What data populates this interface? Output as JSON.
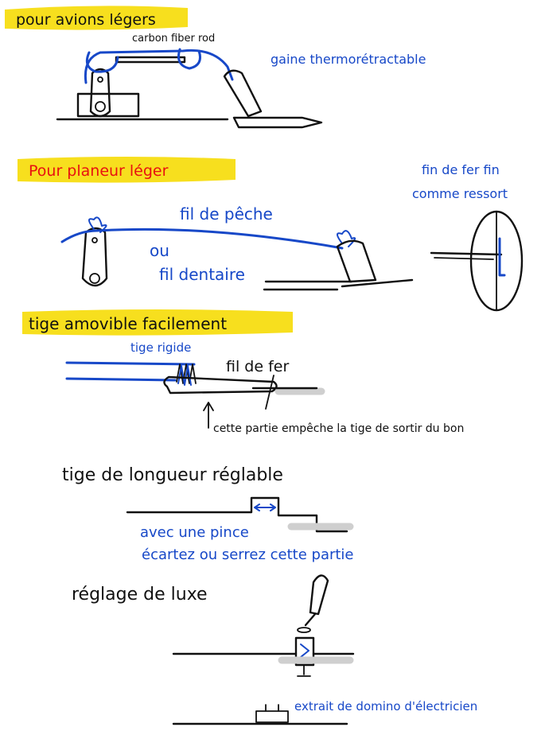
{
  "sections": {
    "light_planes": {
      "title": "pour avions légers",
      "label_rod": "carbon fiber rod",
      "label_sleeve": "gaine thermorétractable"
    },
    "light_glider": {
      "title": "Pour planeur léger",
      "label_line": "fil de pêche",
      "label_or": "ou",
      "label_dental": "fil dentaire",
      "label_wire_1": "fin de fer fin",
      "label_wire_2": "comme ressort"
    },
    "removable_rod": {
      "title": "tige amovible facilement",
      "label_rigid": "tige rigide",
      "label_iron": "fil de fer",
      "label_note": "cette partie empêche la tige de sortir du bon"
    },
    "adjustable_rod": {
      "title": "tige de longueur réglable",
      "label_pliers_1": "avec une pince",
      "label_pliers_2": "écartez ou serrez cette partie"
    },
    "deluxe": {
      "title": "réglage de luxe",
      "label_domino": "extrait de domino d'électricien"
    }
  },
  "colors": {
    "ink": "#111111",
    "blue": "#1748c8",
    "red": "#e81010",
    "highlight": "#f7df1e",
    "gray": "#cfcfcf"
  }
}
